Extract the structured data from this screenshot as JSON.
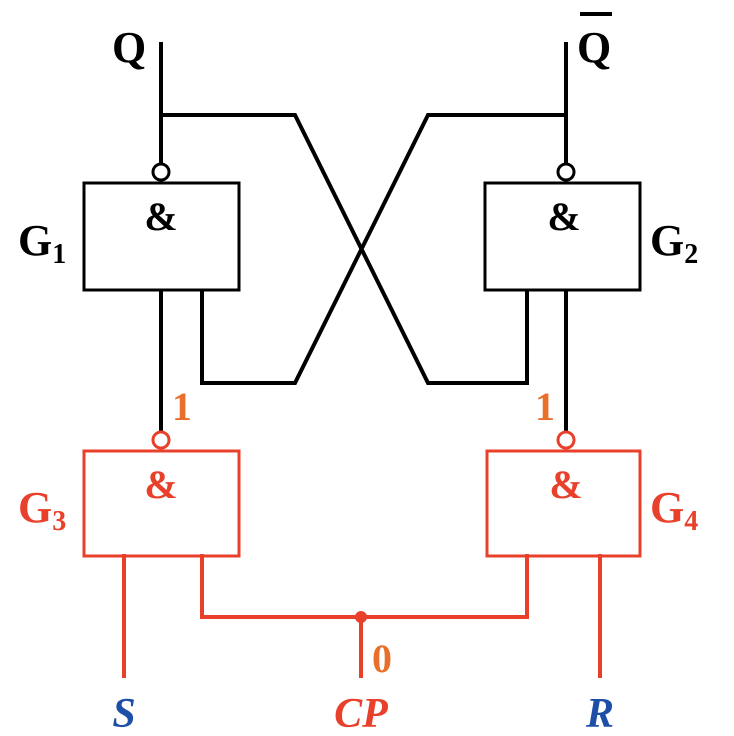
{
  "colors": {
    "black": "#000000",
    "red": "#e8402a",
    "orange": "#e8702a",
    "blue": "#1e4fa8"
  },
  "outputs": {
    "q": "Q",
    "q_bar": "Q"
  },
  "gates": {
    "g1": {
      "symbol": "&",
      "name": "G",
      "sub": "1"
    },
    "g2": {
      "symbol": "&",
      "name": "G",
      "sub": "2"
    },
    "g3": {
      "symbol": "&",
      "name": "G",
      "sub": "3"
    },
    "g4": {
      "symbol": "&",
      "name": "G",
      "sub": "4"
    }
  },
  "levels": {
    "g3_out": "1",
    "g4_out": "1",
    "cp": "0"
  },
  "inputs": {
    "s": "S",
    "cp": "CP",
    "r": "R"
  }
}
